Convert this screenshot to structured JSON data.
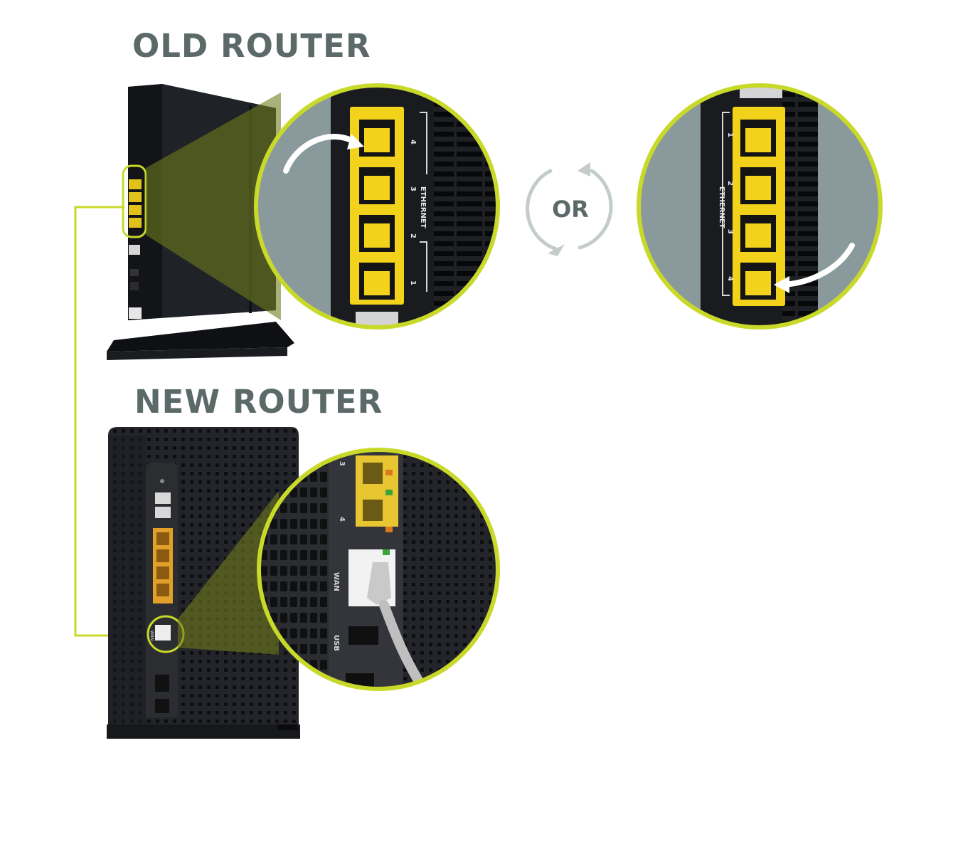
{
  "headings": {
    "old_router": "OLD ROUTER",
    "new_router": "NEW ROUTER"
  },
  "or_label": "OR",
  "old_router_zoom": {
    "port_group_label": "ETHERNET",
    "port_numbers": [
      "4",
      "3",
      "2",
      "1"
    ]
  },
  "alt_zoom": {
    "port_group_label": "ETHERNET",
    "port_numbers": [
      "1",
      "2",
      "3",
      "4"
    ]
  },
  "new_router_zoom": {
    "port_numbers": [
      "3",
      "4"
    ],
    "wan_label": "WAN",
    "usb_label": "USB"
  },
  "new_router_body": {
    "wan_label": "WAN"
  },
  "colors": {
    "accent_green": "#c9d92a",
    "heading_gray": "#5b6a68",
    "port_yellow": "#f2d21a",
    "zoom_background": "#8a9a9c",
    "router_body": "#1c1e22",
    "or_arrows": "#c4cccb"
  }
}
